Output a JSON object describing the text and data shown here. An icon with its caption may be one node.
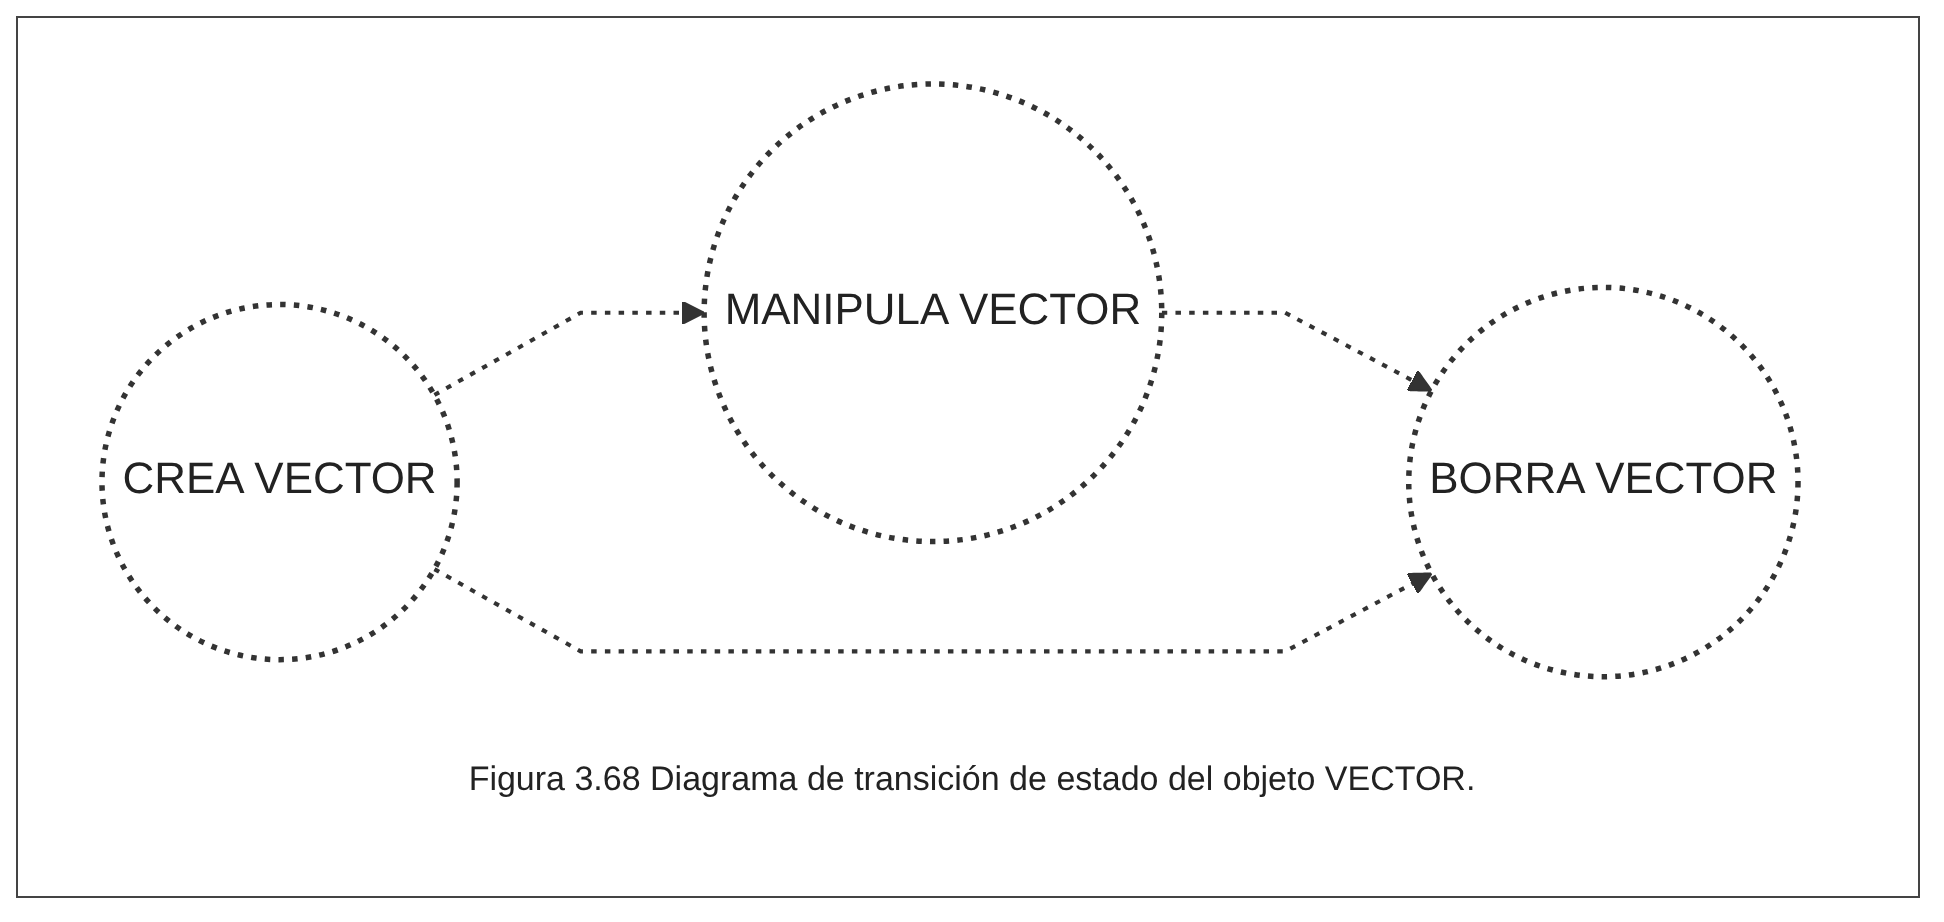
{
  "diagram": {
    "caption": "Figura 3.68 Diagrama de transición de estado del objeto VECTOR.",
    "nodes": [
      {
        "text": [
          "CREA VECTOR"
        ]
      },
      {
        "text": [
          "MANIPULA VECTOR"
        ]
      },
      {
        "text": [
          "BORRA VECTOR"
        ]
      }
    ],
    "edges": [
      {
        "from": 0,
        "to": 1,
        "arrow": "to",
        "style": "dashed"
      },
      {
        "from": 1,
        "to": 2,
        "arrow": "to",
        "style": "dashed"
      },
      {
        "from": 0,
        "to": 2,
        "arrow": "to",
        "style": "dashed"
      }
    ]
  }
}
